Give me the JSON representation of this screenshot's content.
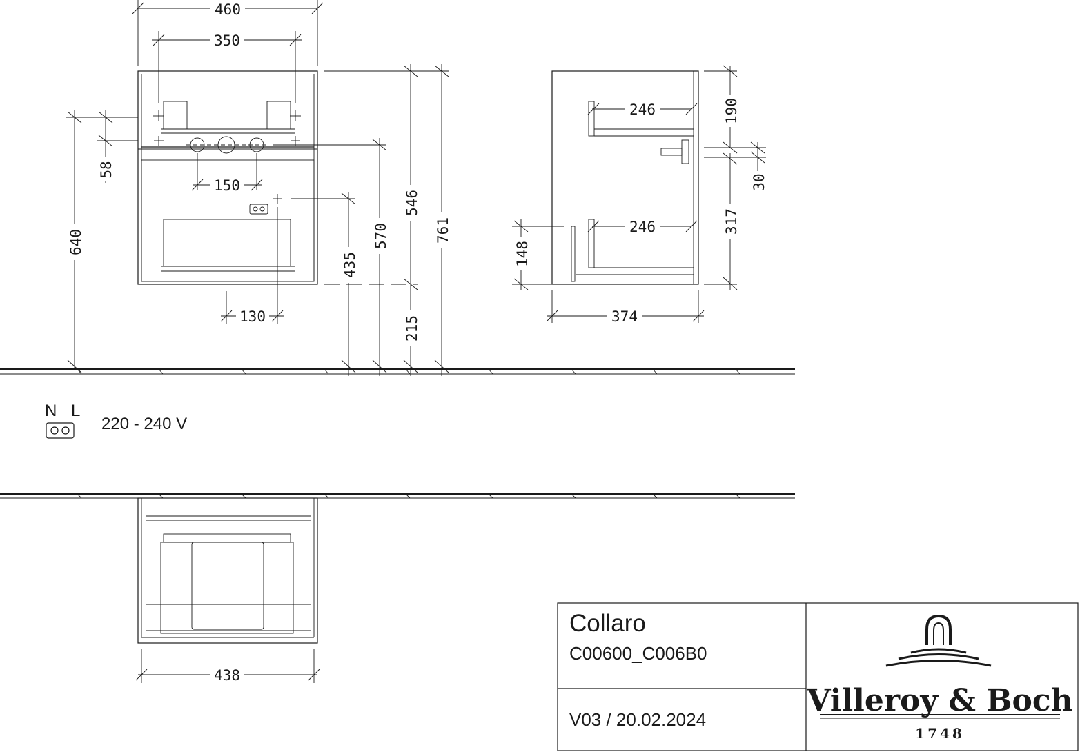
{
  "dimensions": {
    "front_width": "460",
    "tap_spacing": "350",
    "drain_spacing": "150",
    "socket_offset": "130",
    "height_640": "640",
    "depth_58": "58",
    "height_435": "435",
    "height_570": "570",
    "height_546": "546",
    "height_215": "215",
    "height_761": "761",
    "side_shelf_top": "246",
    "side_shelf_bottom": "246",
    "side_190": "190",
    "side_30": "30",
    "side_317": "317",
    "side_148": "148",
    "side_depth": "374",
    "top_width": "438"
  },
  "legend": {
    "neutral": "N",
    "live": "L",
    "voltage": "220 - 240 V"
  },
  "title_block": {
    "product": "Collaro",
    "code": "C00600_C006B0",
    "revision": "V03 / 20.02.2024",
    "brand": "Villeroy & Boch",
    "year": "1748"
  },
  "icons": {
    "socket": "double-socket-icon",
    "logo": "villeroy-boch-fountain-logo"
  }
}
